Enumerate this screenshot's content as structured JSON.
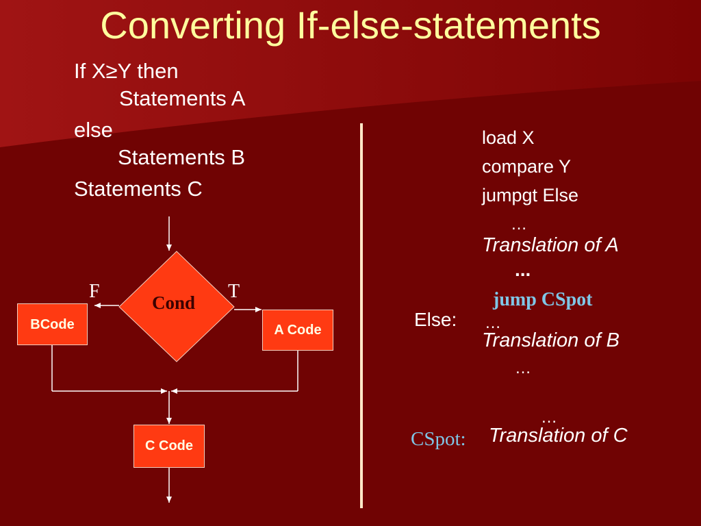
{
  "slide": {
    "title": "Converting If-else-statements",
    "colors": {
      "background": "#7a0404",
      "title": "#ffff9e",
      "box_fill": "#ff3a12",
      "label_blue": "#7fc6e6",
      "divider": "#ffe8c8"
    }
  },
  "pseudocode": {
    "if_line": "If X≥Y then",
    "statements_a": "Statements A",
    "else_line": "else",
    "statements_b": "Statements B",
    "statements_c": "Statements C"
  },
  "flowchart": {
    "condition_label": "Cond",
    "false_label": "F",
    "true_label": "T",
    "b_code_label": "BCode",
    "a_code_label": "A Code",
    "c_code_label": "C Code"
  },
  "assembly": {
    "load": "load X",
    "compare": "compare Y",
    "jump": "jumpgt Else",
    "dots_1": "…",
    "translation_a": "Translation of A",
    "dots_2": "...",
    "jump_cspot": "jump CSpot",
    "else_label": "Else:",
    "dots_3": "…",
    "translation_b": "Translation of B",
    "dots_4": "…",
    "dots_5": "…",
    "cspot_label": "CSpot:",
    "translation_c": "Translation of C"
  }
}
